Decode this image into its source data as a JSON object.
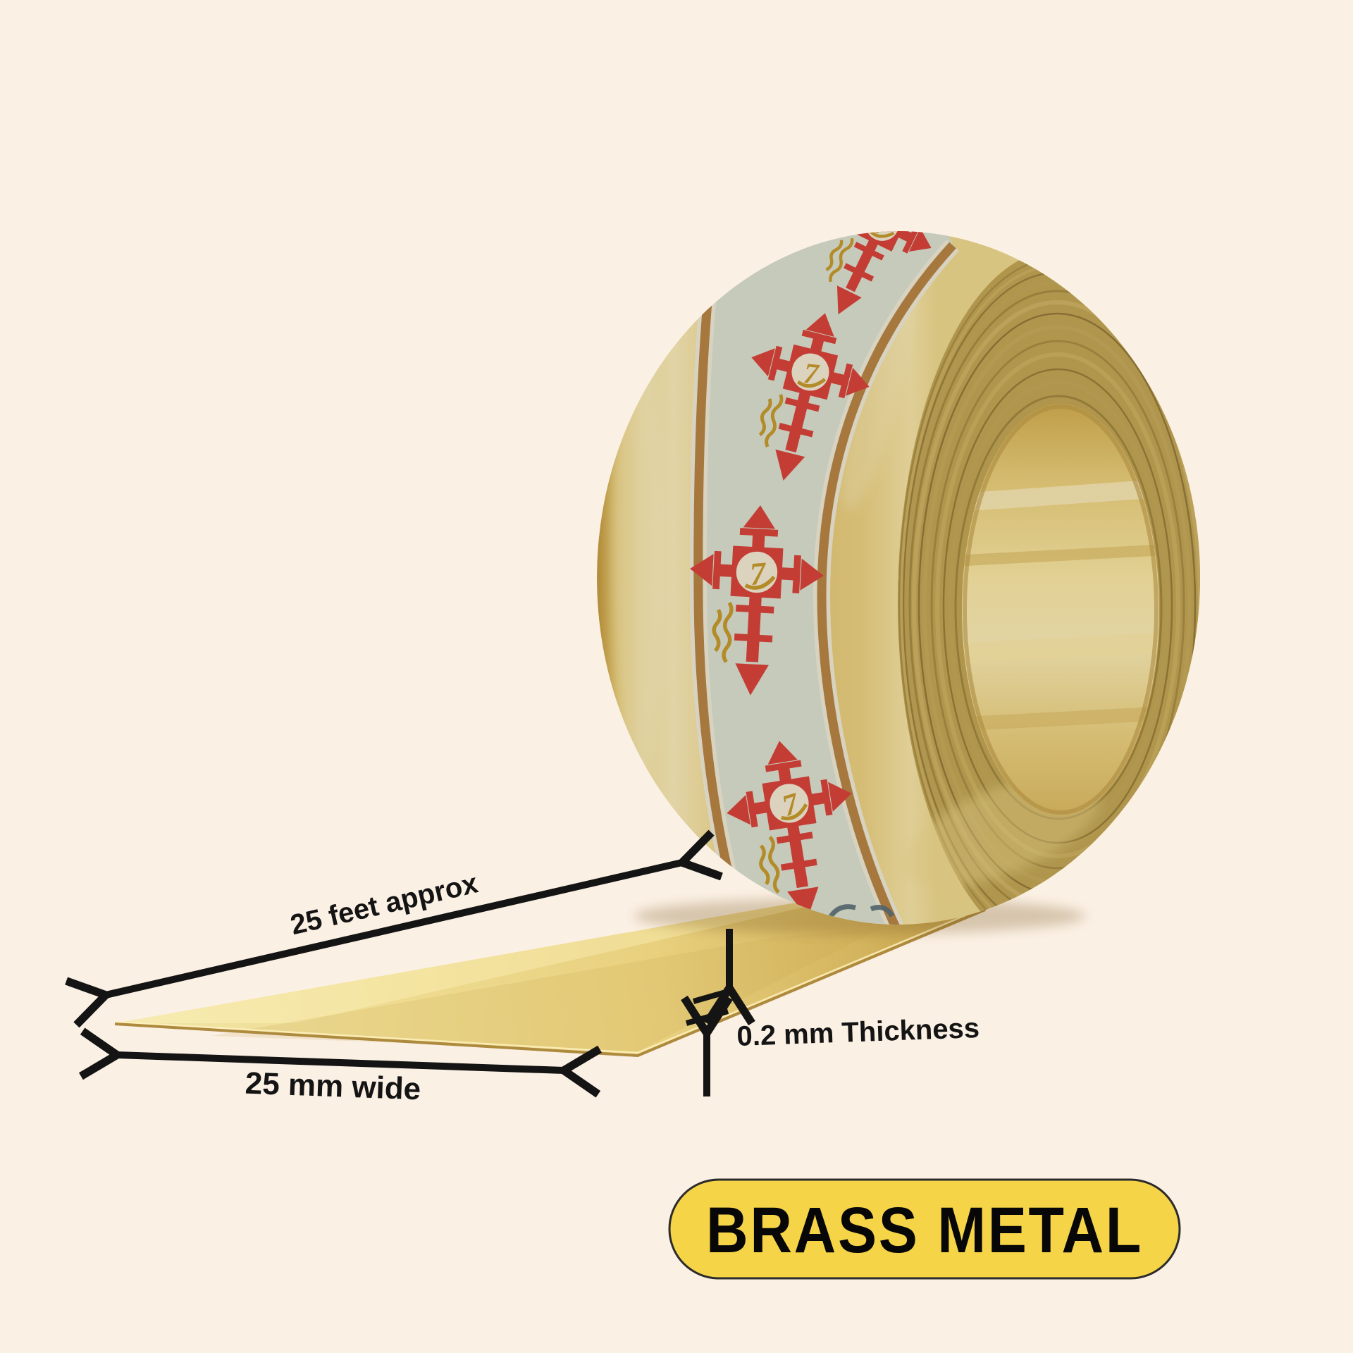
{
  "scene": {
    "background_color": "#FBF0E4",
    "description": "Product photo of a rolled brass metal strip with dimension annotations"
  },
  "roll": {
    "tread_gold": "#EAD182",
    "tread_highlight": "#FFF6CC",
    "tread_dark": "#C49E46",
    "coil_ring_base": "#BFA75A",
    "coil_ring_line": "#8F7939",
    "core_hole_gold": "#FFF2B4",
    "label_band": {
      "field_color": "#DCEAE6",
      "stripe_color": "#B28147",
      "margin_color": "#F2F5EE",
      "logo": {
        "red": "#D8353B",
        "gold": "#C3992B",
        "glyph": "7"
      }
    }
  },
  "strip": {
    "gold": "#EFDC92",
    "edge_color": "#AD8A3E"
  },
  "annotations": {
    "ink": "#141414",
    "length": {
      "label": "25 feet approx"
    },
    "width": {
      "label": "25 mm wide"
    },
    "thickness": {
      "label": "0.2 mm Thickness"
    }
  },
  "badge": {
    "label": "BRASS METAL",
    "fill": "#F6D448",
    "border": "#2B2B2B",
    "text_color": "#070707"
  }
}
